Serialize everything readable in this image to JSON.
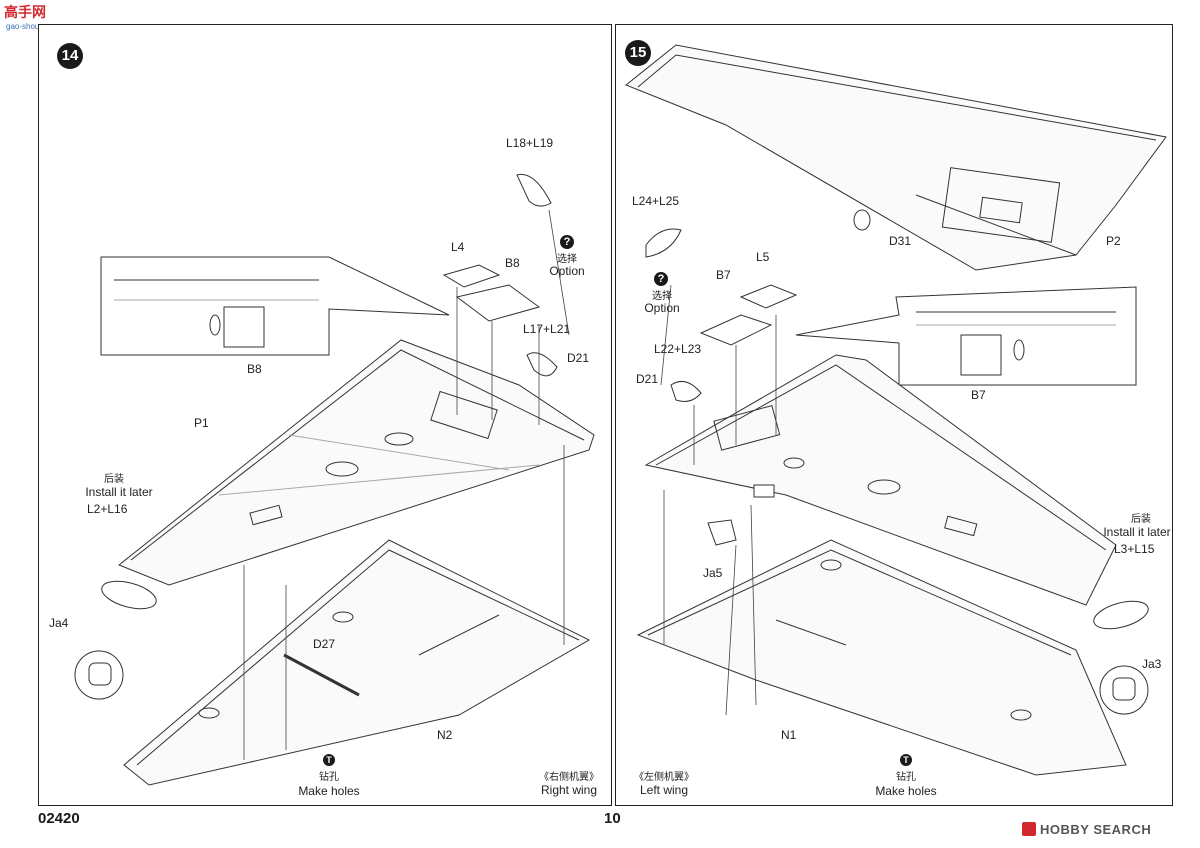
{
  "header": {
    "logo_text": "高手网",
    "logo_url_text": "gao-shou.com"
  },
  "footer": {
    "product_code": "02420",
    "page_number": "10",
    "watermark": "HOBBY SEARCH"
  },
  "step14": {
    "number": "14",
    "callout_part": "B8",
    "labels": {
      "p1": "P1",
      "l18_l19": "L18+L19",
      "l4": "L4",
      "b8": "B8",
      "option_cn": "选择",
      "option_en": "Option",
      "l17_l21": "L17+L21",
      "d21": "D21",
      "install_cn": "后装",
      "install_en": "Install it later",
      "l2_l16": "L2+L16",
      "ja4": "Ja4",
      "d27": "D27",
      "n2": "N2",
      "holes_cn": "钻孔",
      "holes_en": "Make holes",
      "wing_cn": "《右侧机翼》",
      "wing_en": "Right wing"
    }
  },
  "step15": {
    "number": "15",
    "callout_part": "B7",
    "labels": {
      "d31": "D31",
      "p2": "P2",
      "l24_l25": "L24+L25",
      "option_cn": "选择",
      "option_en": "Option",
      "b7": "B7",
      "l5": "L5",
      "l22_l23": "L22+L23",
      "d21": "D21",
      "ja5": "Ja5",
      "install_cn": "后装",
      "install_en": "Install it later",
      "l3_l15": "L3+L15",
      "ja3": "Ja3",
      "n1": "N1",
      "holes_cn": "钻孔",
      "holes_en": "Make holes",
      "wing_cn": "《左侧机翼》",
      "wing_en": "Left wing"
    }
  },
  "icons": {
    "question": "?",
    "drill": "T"
  }
}
